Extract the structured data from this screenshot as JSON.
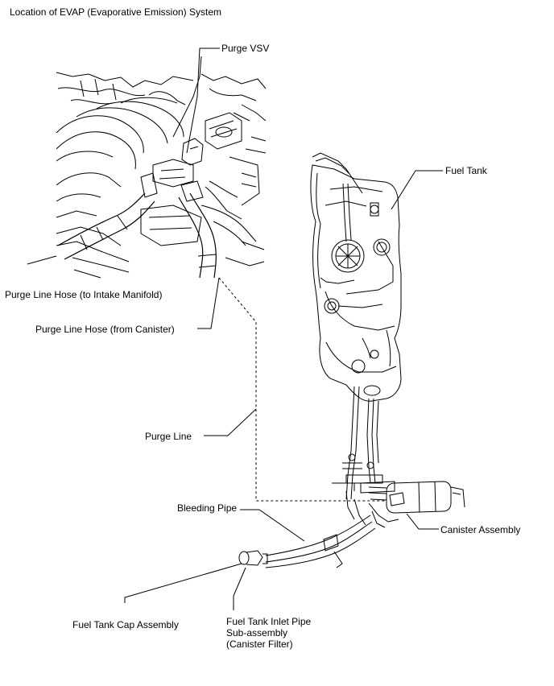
{
  "title": "Location of EVAP (Evaporative Emission) System",
  "labels": {
    "purge_vsv": "Purge VSV",
    "fuel_tank": "Fuel Tank",
    "purge_line_hose_intake": "Purge Line Hose (to Intake Manifold)",
    "purge_line_hose_canister": "Purge Line Hose (from Canister)",
    "purge_line": "Purge Line",
    "bleeding_pipe": "Bleeding Pipe",
    "canister_assembly": "Canister Assembly",
    "fuel_tank_cap_assembly": "Fuel Tank Cap Assembly",
    "fuel_tank_inlet_pipe_line1": "Fuel Tank Inlet Pipe",
    "fuel_tank_inlet_pipe_line2": "Sub-assembly",
    "fuel_tank_inlet_pipe_line3": "(Canister Filter)"
  }
}
